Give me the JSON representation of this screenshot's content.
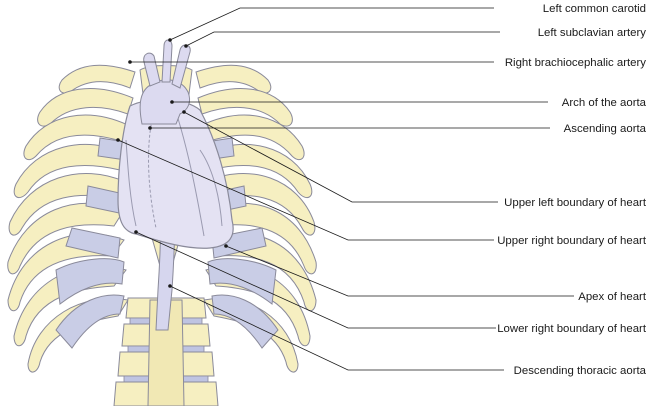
{
  "labels": {
    "left_common_carotid": "Left common carotid",
    "left_subclavian_artery": "Left subclavian artery",
    "right_brachiocephalic_artery": "Right brachiocephalic artery",
    "arch_of_aorta": "Arch of the aorta",
    "ascending_aorta": "Ascending aorta",
    "upper_left_boundary": "Upper left boundary of heart",
    "upper_right_boundary": "Upper right boundary of heart",
    "apex_of_heart": "Apex of heart",
    "lower_right_boundary": "Lower right boundary of heart",
    "descending_thoracic_aorta": "Descending thoracic aorta"
  },
  "colors": {
    "bone": "#f6efc1",
    "cartilage": "#c9cde6",
    "heart": "#e4e2f3",
    "outline": "#8a8a9a",
    "leader": "#1a1a1a"
  }
}
